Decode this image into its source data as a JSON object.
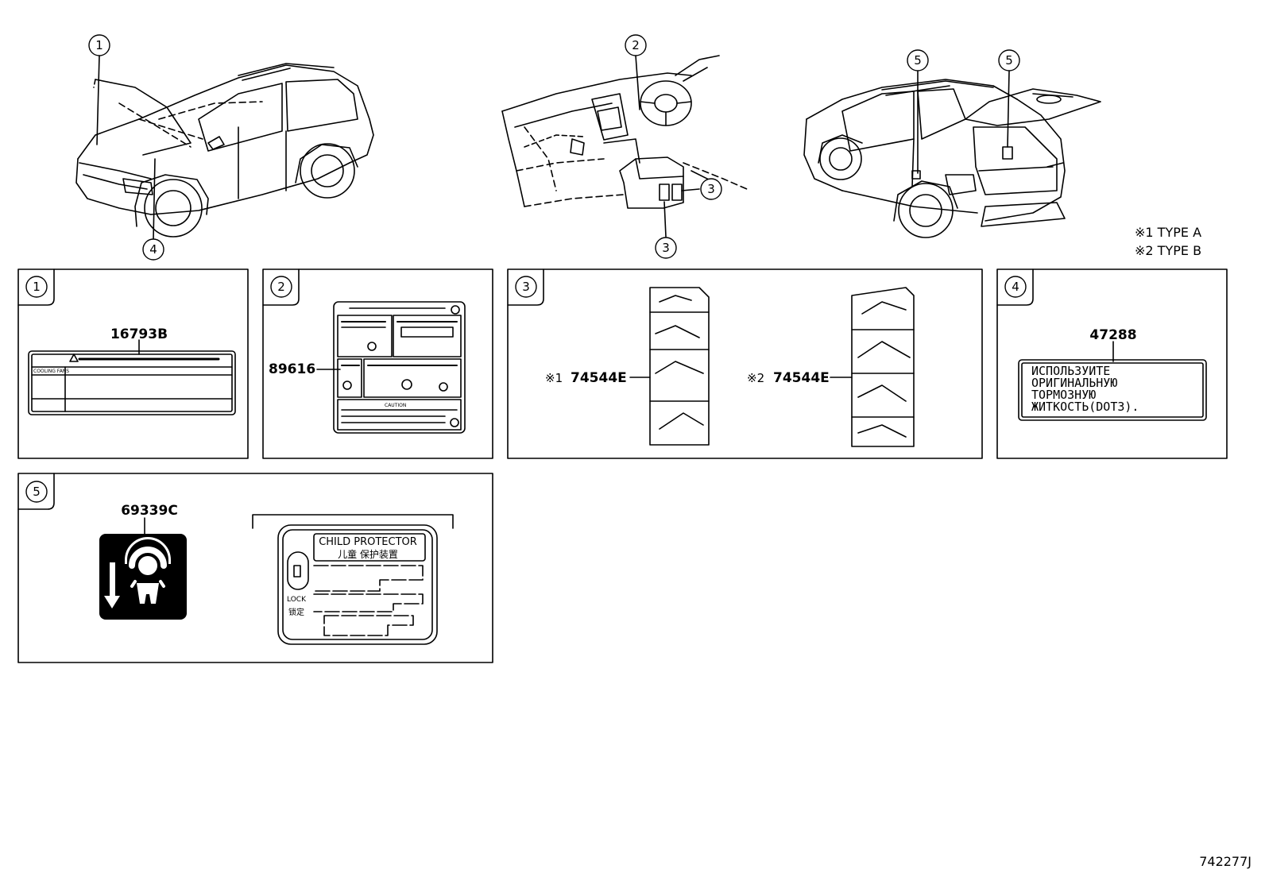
{
  "callouts": [
    "1",
    "2",
    "3",
    "4",
    "5"
  ],
  "legend": {
    "type_a": "※1 TYPE A",
    "type_b": "※2 TYPE B"
  },
  "panels": {
    "p1": {
      "num": "1",
      "part": "16793B",
      "label_header": "COOLING FANS"
    },
    "p2": {
      "num": "2",
      "part": "89616",
      "caution": "CAUTION"
    },
    "p3": {
      "num": "3",
      "part_a_mark": "※1",
      "part_a": "74544E",
      "part_b_mark": "※2",
      "part_b": "74544E"
    },
    "p4": {
      "num": "4",
      "part": "47288",
      "lines": [
        "ИСПОЛЬЗУИТЕ",
        "ОРИГИНАЛЬНУЮ",
        "ТОРМОЗНУЮ",
        "ЖИТКОСТЬ(DOT3)."
      ]
    },
    "p5": {
      "num": "5",
      "part": "69339C",
      "cp_title": "CHILD  PROTECTOR",
      "cp_sub": "儿童  保护装置",
      "lock": "LOCK",
      "lock_cn": "锁定"
    }
  },
  "diagram_id": "742277J"
}
